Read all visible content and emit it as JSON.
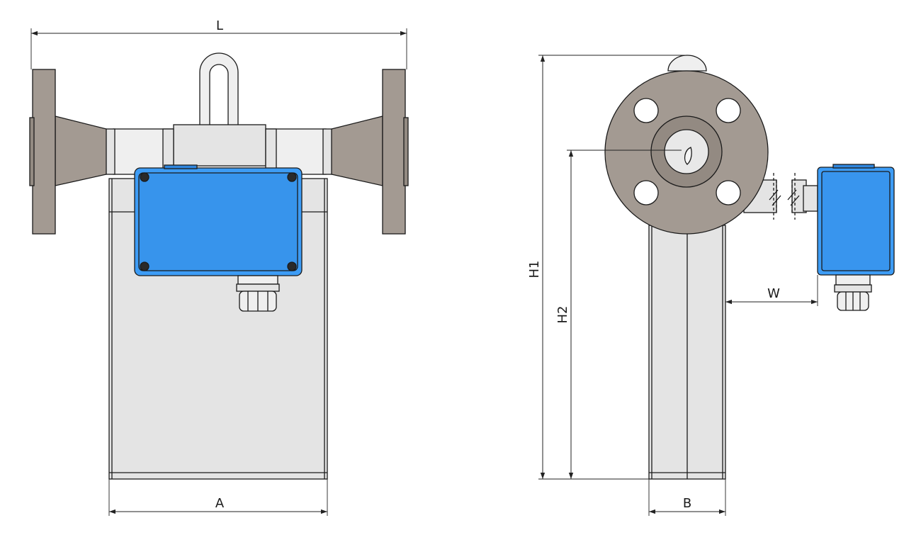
{
  "dimensions": {
    "L": "L",
    "A": "A",
    "B": "B",
    "H1": "H1",
    "H2": "H2",
    "W": "W"
  },
  "colors": {
    "housing": "#e4e4e4",
    "flange": "#a39a92",
    "electronics_box": "#3d9cf5",
    "line": "#1a1a1a"
  }
}
